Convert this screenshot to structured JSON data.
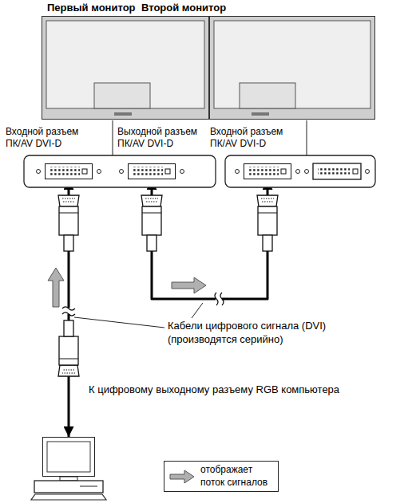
{
  "diagram": {
    "nodes": [
      {
        "text": [
          "Первый монитор"
        ]
      },
      {
        "text": [
          "Второй монитор"
        ]
      },
      {
        "text": [
          "Входной разъем ПК/AV DVI-D"
        ]
      },
      {
        "text": [
          "Выходной разъем ПК/AV DVI-D"
        ]
      },
      {
        "text": [
          "Входной разъем ПК/AV DVI-D"
        ]
      },
      {
        "text": [
          "К цифровому выходному разъему RGB компьютера"
        ]
      }
    ],
    "edges": [
      {
        "from": 5,
        "to": 2,
        "arrow": "both"
      },
      {
        "from": 3,
        "to": 4,
        "arrow": "both"
      }
    ],
    "labels": [
      "Кабели цифрового сигнала (DVI) (производятся серийно)"
    ],
    "legend": [
      {
        "text": "отображает поток сигналов"
      }
    ]
  }
}
